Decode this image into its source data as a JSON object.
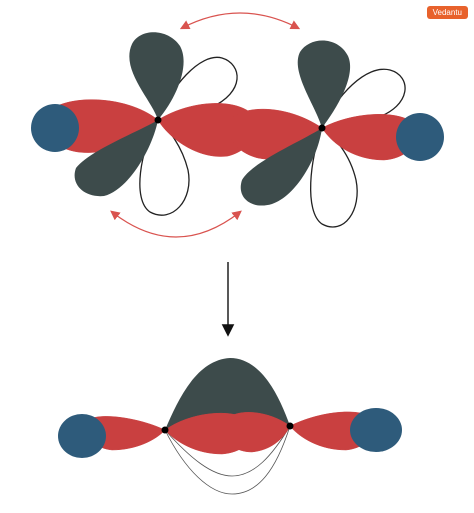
{
  "watermark": {
    "text": "Vedantu",
    "color": "#e8622c"
  },
  "colors": {
    "dark_lobe": "#3d4b4b",
    "red_lobe": "#c94040",
    "blue_sphere": "#2e5b7b",
    "outline": "#222222",
    "arrow_red": "#d9534f",
    "arrow_black": "#111111",
    "background": "#ffffff"
  },
  "icons": {
    "rotation_arrow": "curved-double-arrow",
    "reaction_arrow": "down-arrow"
  }
}
